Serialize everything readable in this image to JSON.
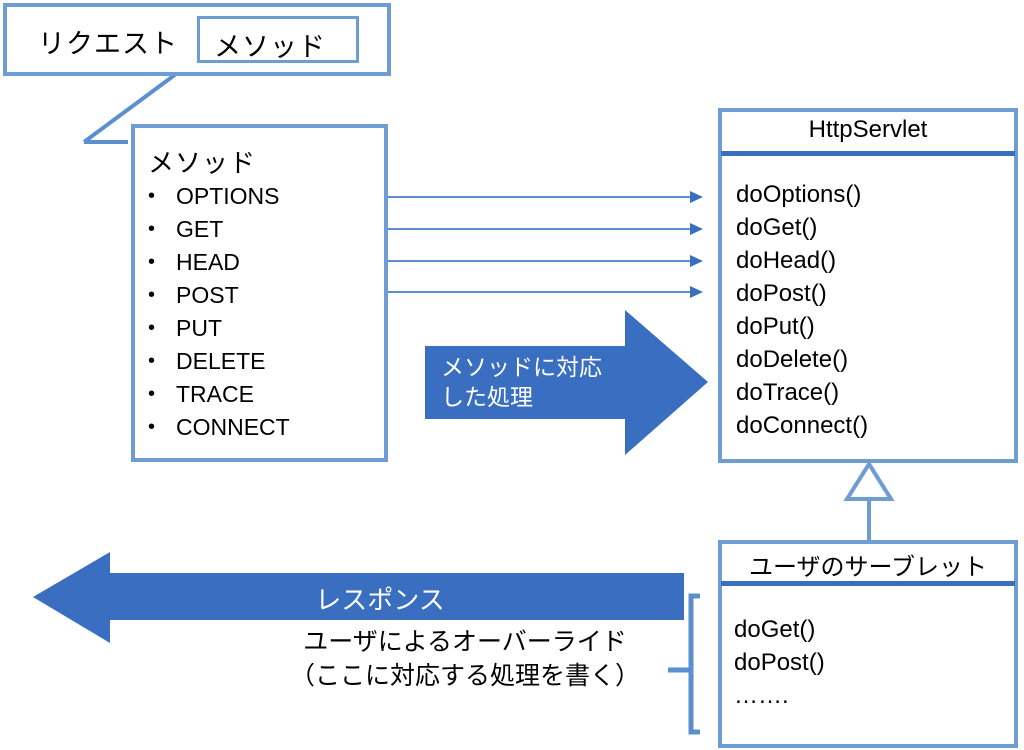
{
  "theme": {
    "box_border": "#6E9DD3",
    "accent_fill": "#3A6EC0",
    "connector": "#5B8FD0",
    "background": "#FFFFFF",
    "text": "#000000",
    "arrow_text": "#FFFFFF"
  },
  "request": {
    "label": "リクエスト",
    "method_chip": "メソッド"
  },
  "method_panel": {
    "title": "メソッド",
    "items": [
      "OPTIONS",
      "GET",
      "HEAD",
      "POST",
      "PUT",
      "DELETE",
      "TRACE",
      "CONNECT"
    ],
    "linked_items": [
      "OPTIONS",
      "GET",
      "HEAD",
      "POST"
    ]
  },
  "http_servlet": {
    "title": "HttpServlet",
    "methods": [
      "doOptions()",
      "doGet()",
      "doHead()",
      "doPost()",
      "doPut()",
      "doDelete()",
      "doTrace()",
      "doConnect()"
    ]
  },
  "user_servlet": {
    "title": "ユーザのサーブレット",
    "methods": [
      "doGet()",
      "doPost()",
      "……."
    ]
  },
  "dispatch_arrow": {
    "label": "メソッドに対応\nした処理",
    "direction": "right"
  },
  "response_arrow": {
    "label": "レスポンス",
    "direction": "left"
  },
  "override_note": {
    "text": "ユーザによるオーバーライド\n（ここに対応する処理を書く）"
  },
  "relations": {
    "inheritance": "ユーザのサーブレット extends HttpServlet"
  }
}
